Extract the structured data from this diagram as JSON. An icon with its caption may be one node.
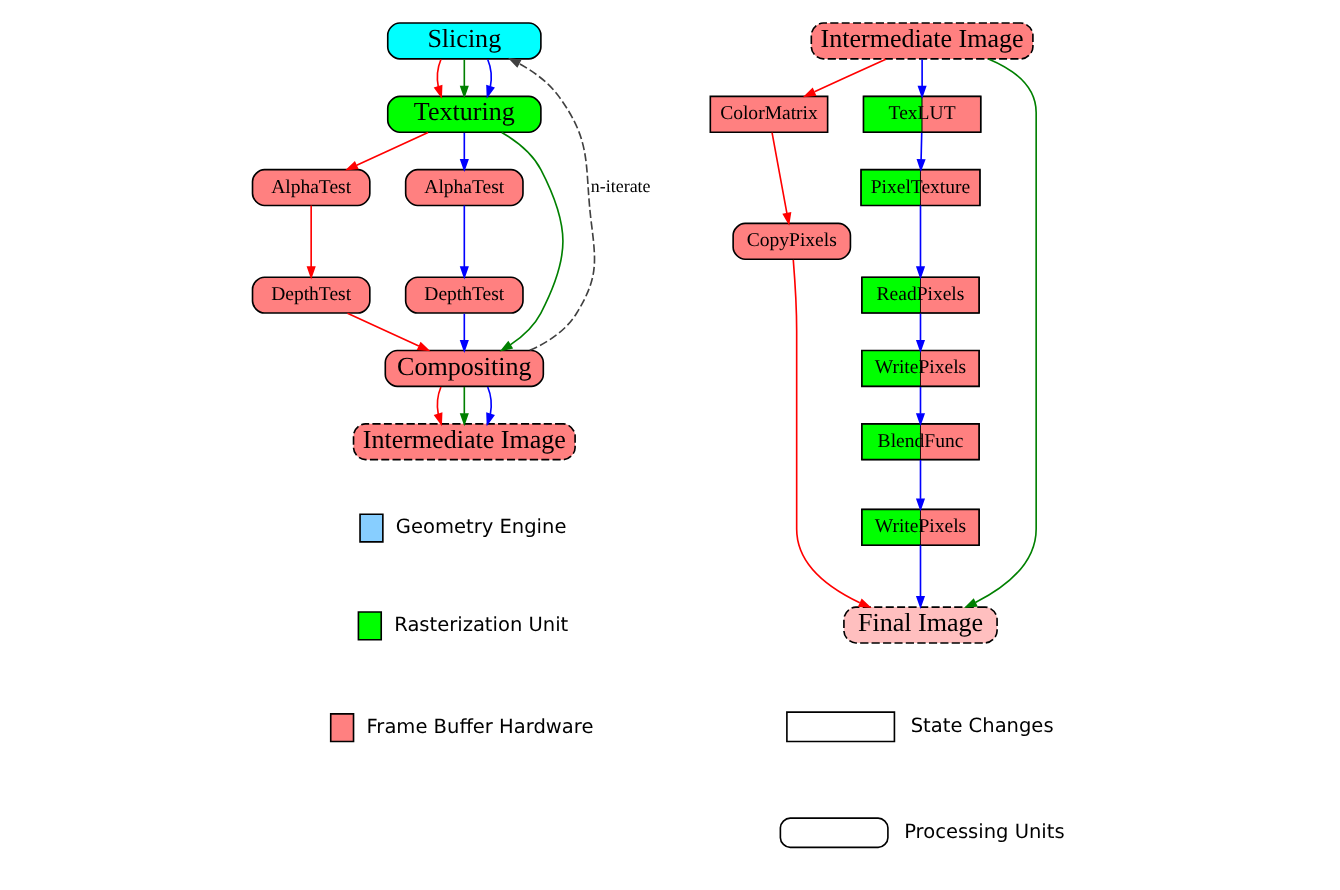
{
  "diagram": {
    "nodes": [
      {
        "text": [
          "Slicing"
        ]
      },
      {
        "text": [
          "Texturing"
        ]
      },
      {
        "text": [
          "AlphaTest"
        ]
      },
      {
        "text": [
          "DepthTest"
        ]
      },
      {
        "text": [
          "AlphaTest"
        ]
      },
      {
        "text": [
          "DepthTest"
        ]
      },
      {
        "text": [
          "Compositing"
        ]
      },
      {
        "text": [
          "Intermediate Image"
        ]
      },
      {
        "text": [
          "Intermediate Image"
        ]
      },
      {
        "text": [
          "ColorMatrix"
        ]
      },
      {
        "text": [
          "CopyPixels"
        ]
      },
      {
        "text": [
          "TexLUT"
        ]
      },
      {
        "text": [
          "PixelTexture"
        ]
      },
      {
        "text": [
          "ReadPixels"
        ]
      },
      {
        "text": [
          "WritePixels"
        ]
      },
      {
        "text": [
          "BlendFunc"
        ]
      },
      {
        "text": [
          "WritePixels"
        ]
      },
      {
        "text": [
          "Final Image"
        ]
      }
    ],
    "edges": [
      {
        "from": 0,
        "to": 1,
        "arrow": "to",
        "color": "#ff0000"
      },
      {
        "from": 0,
        "to": 1,
        "arrow": "to",
        "color": "#008000"
      },
      {
        "from": 0,
        "to": 1,
        "arrow": "to",
        "color": "#0000ff"
      },
      {
        "from": 1,
        "to": 2,
        "arrow": "to",
        "color": "#ff0000"
      },
      {
        "from": 1,
        "to": 6,
        "arrow": "to",
        "color": "#008000"
      },
      {
        "from": 1,
        "to": 4,
        "arrow": "to",
        "color": "#0000ff"
      },
      {
        "from": 2,
        "to": 3,
        "arrow": "to",
        "color": "#ff0000"
      },
      {
        "from": 4,
        "to": 5,
        "arrow": "to",
        "color": "#0000ff"
      },
      {
        "from": 3,
        "to": 6,
        "arrow": "to",
        "color": "#ff0000"
      },
      {
        "from": 5,
        "to": 6,
        "arrow": "to",
        "color": "#0000ff"
      },
      {
        "from": 6,
        "to": 7,
        "arrow": "to",
        "color": "#ff0000"
      },
      {
        "from": 6,
        "to": 7,
        "arrow": "to",
        "color": "#008000"
      },
      {
        "from": 6,
        "to": 7,
        "arrow": "to",
        "color": "#0000ff"
      },
      {
        "from": 6,
        "to": 0,
        "arrow": "to",
        "label": "n-iterate",
        "style": "dashed",
        "color": "#404040"
      },
      {
        "from": 8,
        "to": 9,
        "arrow": "to",
        "color": "#ff0000"
      },
      {
        "from": 8,
        "to": 17,
        "arrow": "to",
        "color": "#008000"
      },
      {
        "from": 8,
        "to": 11,
        "arrow": "to",
        "color": "#0000ff"
      },
      {
        "from": 9,
        "to": 10,
        "arrow": "to",
        "color": "#ff0000"
      },
      {
        "from": 10,
        "to": 17,
        "arrow": "to",
        "color": "#ff0000"
      },
      {
        "from": 11,
        "to": 12,
        "arrow": "to",
        "color": "#0000ff"
      },
      {
        "from": 12,
        "to": 13,
        "arrow": "to",
        "color": "#0000ff"
      },
      {
        "from": 13,
        "to": 14,
        "arrow": "to",
        "color": "#0000ff"
      },
      {
        "from": 14,
        "to": 15,
        "arrow": "to",
        "color": "#0000ff"
      },
      {
        "from": 15,
        "to": 16,
        "arrow": "to",
        "color": "#0000ff"
      },
      {
        "from": 16,
        "to": 17,
        "arrow": "to",
        "color": "#0000ff"
      }
    ],
    "legend": [
      {
        "text": "Geometry Engine",
        "color": "#87ceff"
      },
      {
        "text": "Rasterization Unit",
        "color": "#00ff00"
      },
      {
        "text": "Frame Buffer Hardware",
        "color": "#ff8080"
      },
      {
        "text": "State Changes"
      },
      {
        "text": "Processing Units"
      }
    ]
  }
}
